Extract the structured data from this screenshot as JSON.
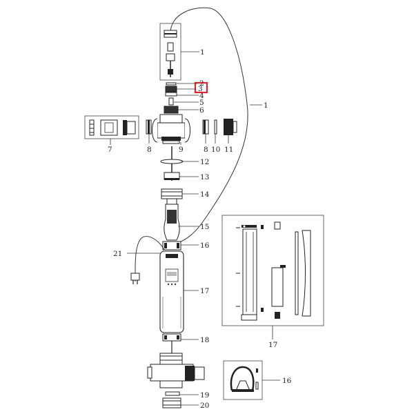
{
  "diagram": {
    "labels": {
      "l1a": "1",
      "l1b": "1",
      "l2": "2",
      "l3": "3",
      "l4": "4",
      "l5": "5",
      "l6": "6",
      "l7": "7",
      "l8a": "8",
      "l8b": "8",
      "l9": "9",
      "l10": "10",
      "l11": "11",
      "l12": "12",
      "l13": "13",
      "l14": "14",
      "l15": "15",
      "l16a": "16",
      "l16b": "16",
      "l17a": "17",
      "l17b": "17",
      "l18": "18",
      "l19": "19",
      "l20": "20",
      "l21": "21"
    },
    "highlight_color": "#e0262d",
    "colors": {
      "line": "#333333",
      "dark": "#111111",
      "fill": "#ffffff"
    }
  }
}
